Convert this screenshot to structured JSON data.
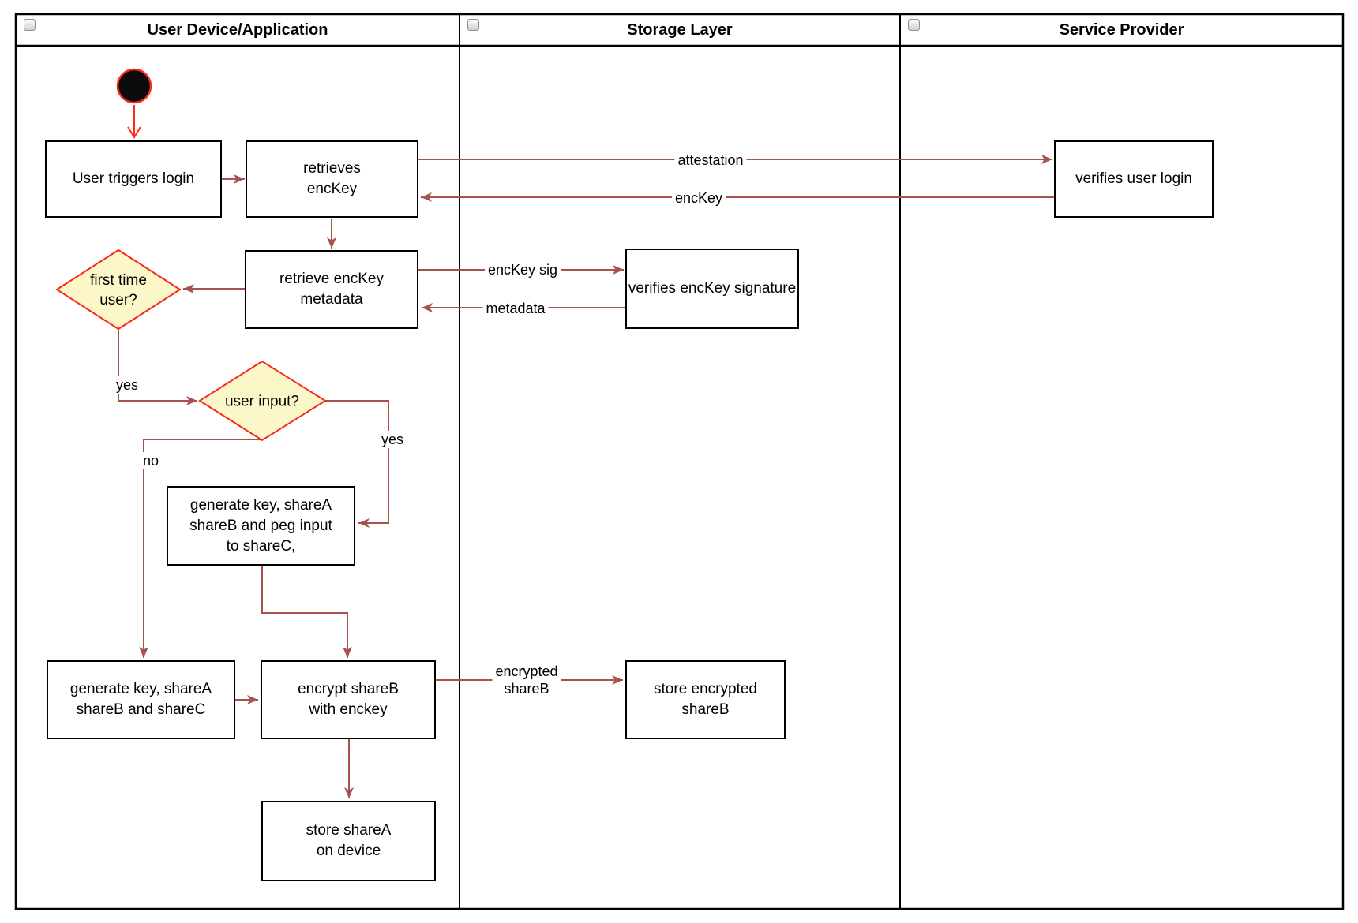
{
  "diagram": {
    "collapse_glyph": "−",
    "lanes": [
      {
        "title": "User Device/Application"
      },
      {
        "title": "Storage Layer"
      },
      {
        "title": "Service Provider"
      }
    ],
    "nodes": {
      "start_circle": {
        "type": "initial-state"
      },
      "user_triggers_login": {
        "lines": [
          "User triggers login"
        ]
      },
      "retrieves_enckey": {
        "lines": [
          "retrieves",
          "encKey"
        ]
      },
      "verifies_user_login": {
        "lines": [
          "verifies user login"
        ]
      },
      "retrieve_enckey_metadata": {
        "lines": [
          "retrieve encKey",
          "metadata"
        ]
      },
      "verifies_enckey_signature": {
        "lines": [
          "verifies encKey signature"
        ]
      },
      "first_time_user": {
        "lines": [
          "first time",
          "user?"
        ]
      },
      "user_input": {
        "lines": [
          "user input?"
        ]
      },
      "generate_key_peg_input": {
        "lines": [
          "generate key, shareA",
          "shareB and peg input",
          "to shareC,"
        ]
      },
      "generate_key_sharec": {
        "lines": [
          "generate key, shareA",
          "shareB and shareC"
        ]
      },
      "encrypt_shareb": {
        "lines": [
          "encrypt shareB",
          "with enckey"
        ]
      },
      "store_encrypted_shareb": {
        "lines": [
          "store encrypted",
          "shareB"
        ]
      },
      "store_sharea": {
        "lines": [
          "store shareA",
          "on device"
        ]
      }
    },
    "edge_labels": {
      "attestation": "attestation",
      "enckey": "encKey",
      "enckey_sig": "encKey sig",
      "metadata": "metadata",
      "encrypted_shareb": {
        "lines": [
          "encrypted",
          "shareB"
        ]
      },
      "yes_first_time": "yes",
      "yes_user_input": "yes",
      "no_user_input": "no"
    },
    "colors": {
      "connector": "#A6534D",
      "start_accent": "#FF2A1A",
      "diamond_border": "#F5291C",
      "diamond_fill": "#FBF7C8",
      "node_border": "#000000",
      "node_fill": "#FFFFFF",
      "lane_border": "#000000"
    }
  }
}
